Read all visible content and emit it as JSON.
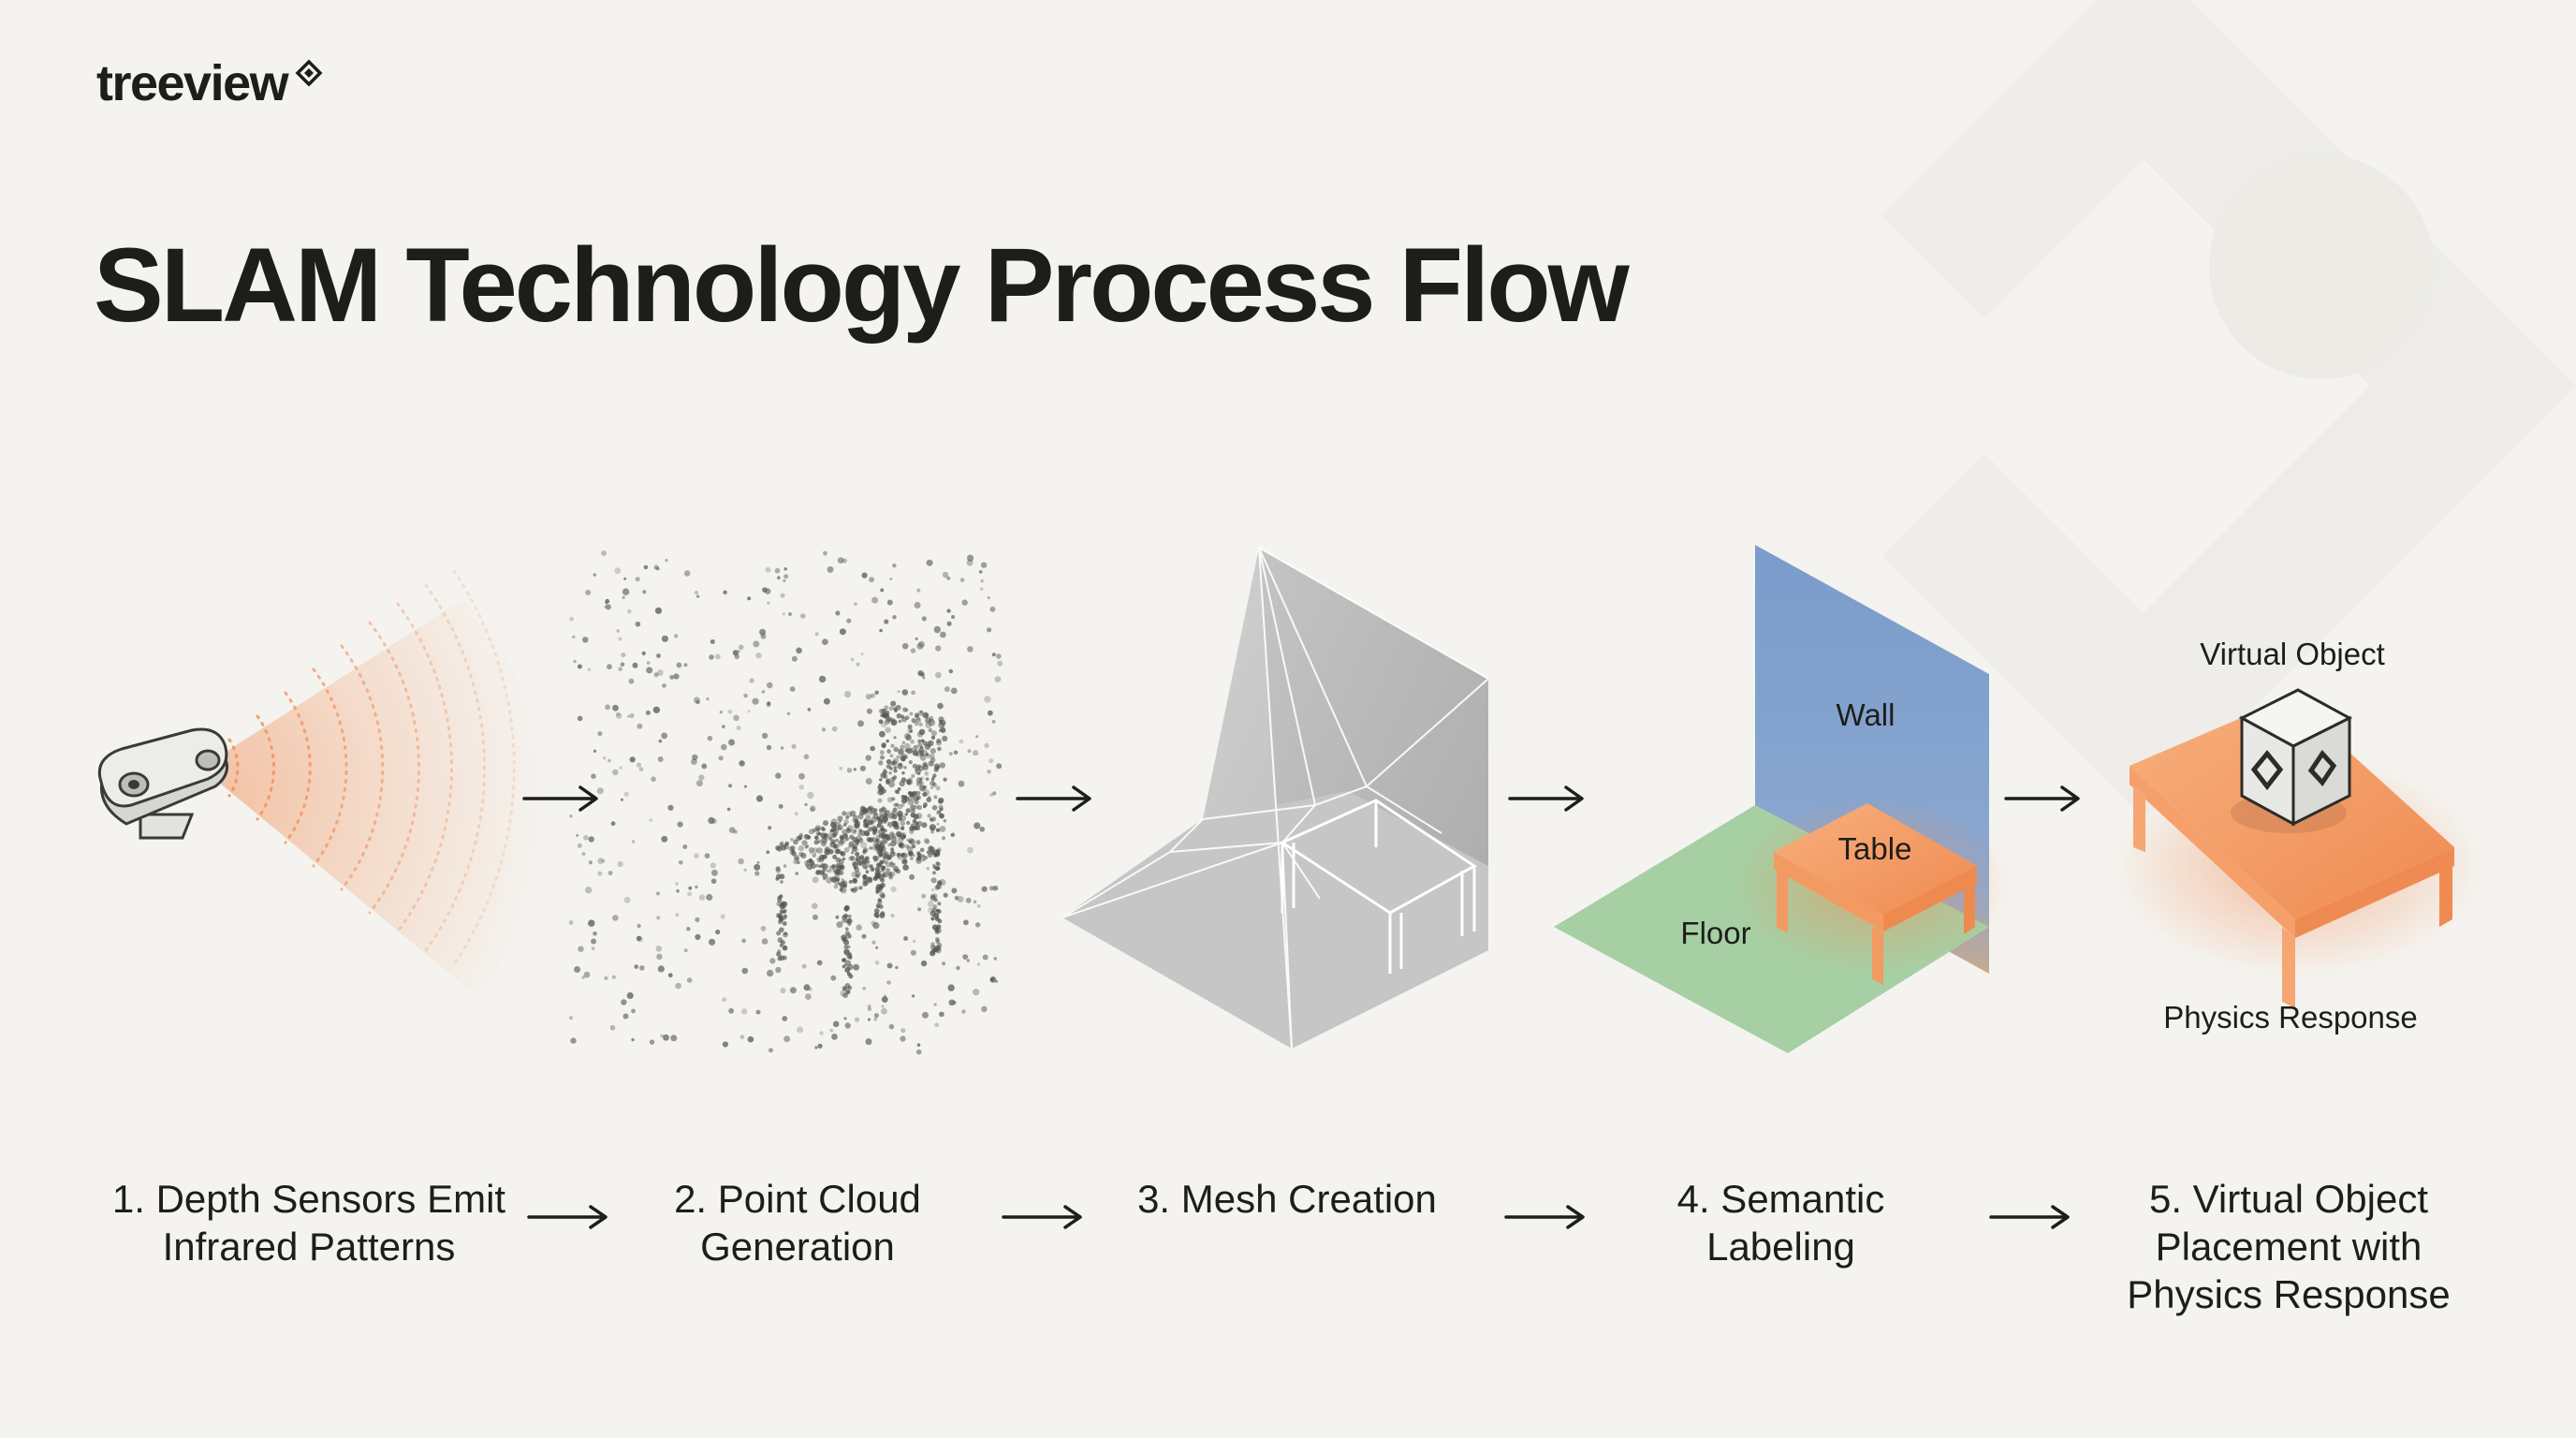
{
  "brand": {
    "name": "treeview",
    "mark": "diamond-logo-mark"
  },
  "title": "SLAM Technology Process Flow",
  "colors": {
    "background": "#f4f3ef",
    "accent_orange": "#f2915b",
    "wall_blue": "#7f9fcb",
    "floor_green": "#a6cfa3",
    "mesh_gray": "#c9c9c9",
    "ink": "#1d1d1b"
  },
  "steps": [
    {
      "label": "1. Depth Sensors Emit\nInfrared Patterns",
      "illustration": "depth-sensor-icon"
    },
    {
      "label": "2. Point Cloud\nGeneration",
      "illustration": "point-cloud-chair"
    },
    {
      "label": "3. Mesh Creation",
      "illustration": "mesh-room"
    },
    {
      "label": "4. Semantic\nLabeling",
      "illustration": "labeled-room"
    },
    {
      "label": "5. Virtual Object\nPlacement with\nPhysics Response",
      "illustration": "virtual-object-scene"
    }
  ],
  "illustration_labels": {
    "wall": "Wall",
    "table": "Table",
    "floor": "Floor",
    "virtual_object": "Virtual Object",
    "physics_response": "Physics Response"
  }
}
